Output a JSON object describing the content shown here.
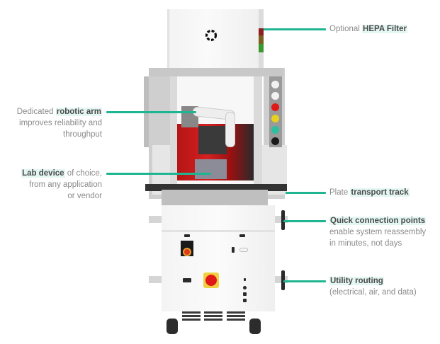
{
  "figure": {
    "subject": "Modular lab automation workcell",
    "accent_color": "#1fb592",
    "highlight_color": "#e3f6f1"
  },
  "callouts": {
    "hepa": {
      "prefix": "Optional ",
      "bold": "HEPA Filter",
      "suffix": "",
      "description": ""
    },
    "robotic_arm": {
      "prefix": "Dedicated ",
      "bold": "robotic arm",
      "line2": "improves reliability and",
      "line3": "throughput"
    },
    "lab_device": {
      "bold": "Lab device",
      "suffix": " of choice,",
      "line2": "from any application",
      "line3": "or vendor"
    },
    "transport": {
      "prefix": "Plate ",
      "bold": "transport track"
    },
    "quick_connect": {
      "bold": "Quick connection points",
      "line2": "enable system reassembly",
      "line3": "in minutes, not days"
    },
    "utility": {
      "bold": "Utility routing",
      "line2": "(electrical, air, and data)"
    }
  },
  "machine": {
    "stack_light_colors": [
      "#8a2020",
      "#7a6020",
      "#3a9a30"
    ],
    "panel_buttons": [
      "#f2f2f2",
      "#f2f2f2",
      "#e01818",
      "#e8d020",
      "#2cc0a0",
      "#1a1a1a"
    ],
    "estop_color": "#e01818"
  }
}
